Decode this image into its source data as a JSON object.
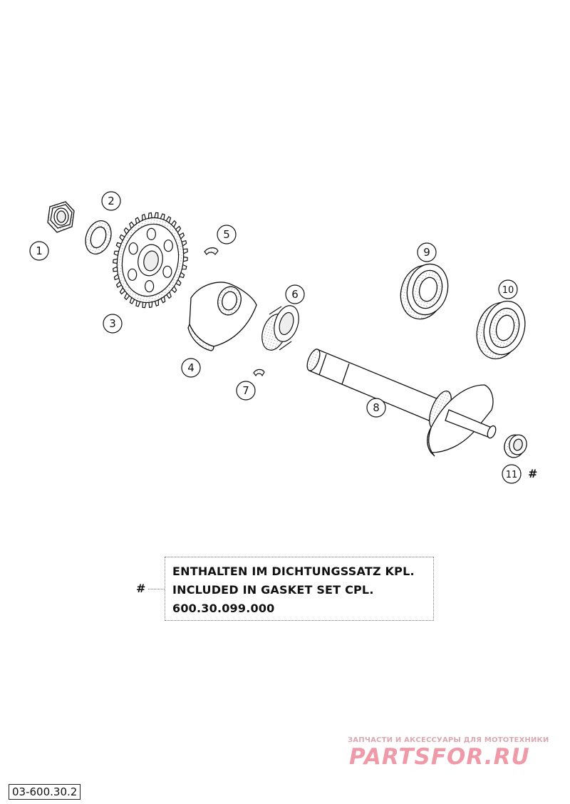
{
  "callouts": [
    {
      "id": "1",
      "label": "1"
    },
    {
      "id": "2",
      "label": "2"
    },
    {
      "id": "3",
      "label": "3"
    },
    {
      "id": "4",
      "label": "4"
    },
    {
      "id": "5",
      "label": "5"
    },
    {
      "id": "6",
      "label": "6"
    },
    {
      "id": "7",
      "label": "7"
    },
    {
      "id": "8",
      "label": "8"
    },
    {
      "id": "9",
      "label": "9"
    },
    {
      "id": "10",
      "label": "10"
    },
    {
      "id": "11",
      "label": "11"
    }
  ],
  "part11_marker": "#",
  "note": {
    "marker": "#",
    "line1": "ENTHALTEN IM DICHTUNGSSATZ KPL.",
    "line2": "INCLUDED IN GASKET SET CPL.",
    "line3": "600.30.099.000"
  },
  "drawing_number": "03-600.30.2",
  "watermark": {
    "tagline": "ЗАПЧАСТИ И АКСЕССУАРЫ ДЛЯ МОТОТЕХНИКИ",
    "brand": "PARTSFOR.RU"
  },
  "colors": {
    "line": "#111111",
    "watermark": "#ef9aa8"
  }
}
